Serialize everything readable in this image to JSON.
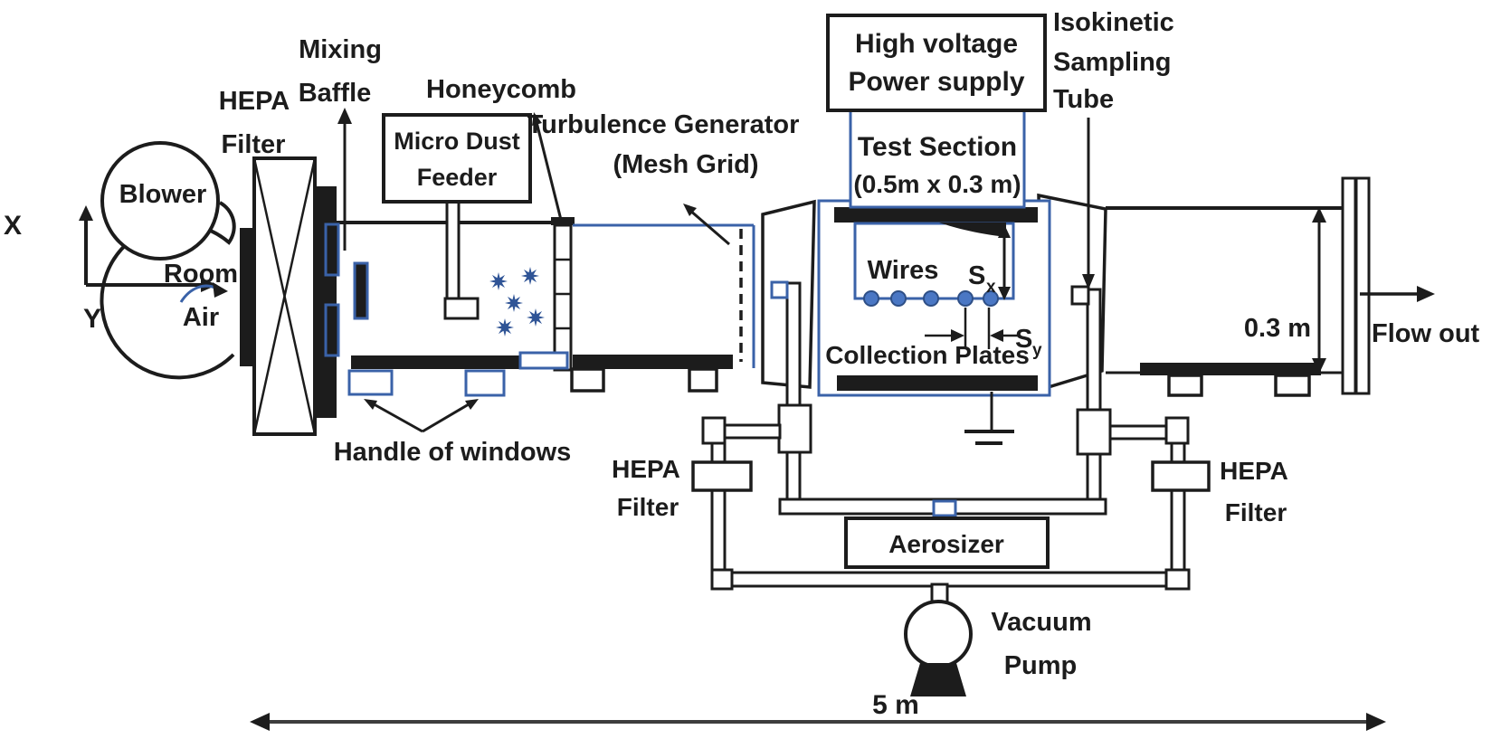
{
  "figure": {
    "type": "experimental-setup-schematic",
    "subject": "aerosol wind tunnel with electrostatic test section",
    "labels": {
      "axis_x": "X",
      "axis_y": "Y",
      "blower": "Blower",
      "room_air_1": "Room",
      "room_air_2": "Air",
      "hepa_main_1": "HEPA",
      "hepa_main_2": "Filter",
      "mixing_1": "Mixing",
      "mixing_2": "Baffle",
      "feeder_1": "Micro Dust",
      "feeder_2": "Feeder",
      "honeycomb": "Honeycomb",
      "turb_1": "Turbulence Generator",
      "turb_2": "(Mesh Grid)",
      "hv_1": "High voltage",
      "hv_2": "Power supply",
      "test_1": "Test Section",
      "test_2": "(0.5m x 0.3 m)",
      "iso_1": "Isokinetic",
      "iso_2": "Sampling",
      "iso_3": "Tube",
      "wires": "Wires",
      "sx_s": "S",
      "sx_sub": "x",
      "sy_s": "S",
      "sy_sub": "y",
      "collection_plates": "Collection Plates",
      "handle_windows": "Handle of windows",
      "hepa_left_1": "HEPA",
      "hepa_left_2": "Filter",
      "hepa_right_1": "HEPA",
      "hepa_right_2": "Filter",
      "aerosizer": "Aerosizer",
      "pump_1": "Vacuum",
      "pump_2": "Pump",
      "dim_height": "0.3 m",
      "flow_out": "Flow out",
      "dim_length": "5 m"
    },
    "dimensions": {
      "test_section": "0.5m x 0.3 m",
      "outlet_height": "0.3 m",
      "tunnel_length": "5 m"
    },
    "colors": {
      "ink": "#1c1c1c",
      "accent_blue": "#3a62a8",
      "wire_dot_fill": "#4a77c4",
      "star_blue": "#2f5496",
      "dim_line": "#3d3d3d"
    }
  }
}
